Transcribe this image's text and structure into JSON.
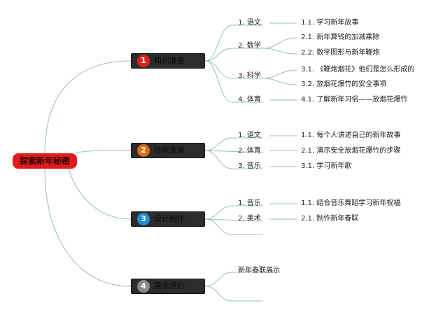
{
  "colors": {
    "line": "#9cc0a8",
    "root": "#e01b1b",
    "badges": [
      "#d9231b",
      "#e06b12",
      "#1f8fd8",
      "#8a8a8a"
    ]
  },
  "root": {
    "label": "探索新年秘密"
  },
  "branches": [
    {
      "number": "1",
      "label": "知识准备",
      "subs": [
        {
          "label": "1. 语文",
          "leaves": [
            "1.1. 学习新年故事"
          ]
        },
        {
          "label": "2. 数学",
          "leaves": [
            "2.1. 新年算钱的加减乘除",
            "2.2. 数学图形与新年鞭炮"
          ]
        },
        {
          "label": "3. 科学",
          "leaves": [
            "3.1. 《鞭炮烟花》他们是怎么形成的",
            "3.2. 放烟花爆竹的安全事项"
          ]
        },
        {
          "label": "4. 体育",
          "leaves": [
            "4.1. 了解新年习俗——放烟花爆竹"
          ]
        }
      ]
    },
    {
      "number": "2",
      "label": "技能准备",
      "subs": [
        {
          "label": "1. 语文",
          "leaves": [
            "1.1. 每个人讲述自己的新年故事"
          ]
        },
        {
          "label": "2. 体育",
          "leaves": [
            "2.1. 演示安全放烟花爆竹的步骤"
          ]
        },
        {
          "label": "3. 音乐",
          "leaves": [
            "3.1. 学习新年歌"
          ]
        }
      ]
    },
    {
      "number": "3",
      "label": "设计制作",
      "subs": [
        {
          "label": "1. 音乐",
          "leaves": [
            "1.1. 结合音乐舞蹈学习新年祝福"
          ]
        },
        {
          "label": "2. 美术",
          "leaves": [
            "2.1. 制作新年春联"
          ]
        },
        {
          "label": "",
          "leaves": []
        }
      ]
    },
    {
      "number": "4",
      "label": "展示评价",
      "subs": [
        {
          "label": "新年春联展示",
          "leaves": []
        },
        {
          "label": "",
          "leaves": []
        }
      ]
    }
  ]
}
